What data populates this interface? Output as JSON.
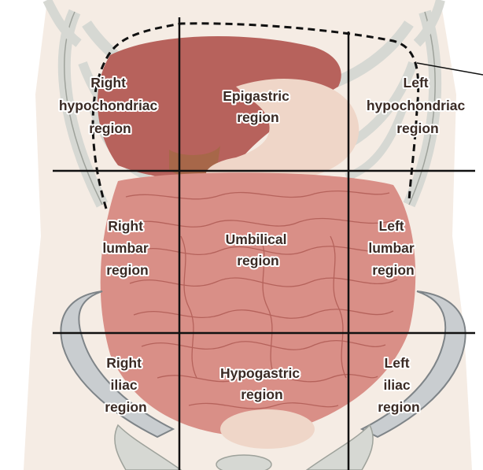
{
  "colors": {
    "background": "#ffffff",
    "skin": "#f5ece4",
    "bone": "#d6d8d3",
    "bone_outline": "#9ea29b",
    "liver": "#b7625c",
    "stomach": "#efd6c8",
    "intestine": "#d98f87",
    "intestine_line": "#a9544d",
    "pelvis": "#c9cdd0",
    "grid_line": "#111111",
    "label_text": "#3a2a24"
  },
  "labels": {
    "right_hypochondriac": [
      "Right",
      "hypochondriac",
      "region"
    ],
    "epigastric": [
      "Epigastric",
      "region"
    ],
    "left_hypochondriac": [
      "Left",
      "hypochondriac",
      "region"
    ],
    "right_lumbar": [
      "Right",
      "lumbar",
      "region"
    ],
    "umbilical": [
      "Umbilical",
      "region"
    ],
    "left_lumbar": [
      "Left",
      "lumbar",
      "region"
    ],
    "right_iliac": [
      "Right",
      "iliac",
      "region"
    ],
    "hypogastric": [
      "Hypogastric",
      "region"
    ],
    "left_iliac": [
      "Left",
      "iliac",
      "region"
    ]
  }
}
